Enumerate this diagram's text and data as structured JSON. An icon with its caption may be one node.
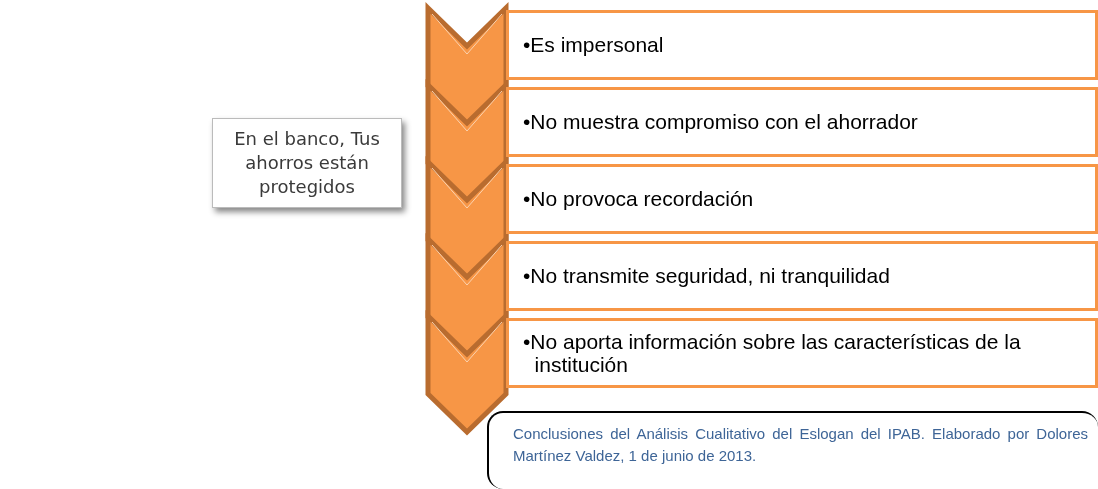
{
  "diagram": {
    "nodes": [
      {
        "text": [
          "En el banco, Tus ahorros están protegidos"
        ]
      },
      {
        "text": [],
        "shape": "chevron"
      },
      {
        "text": [],
        "shape": "chevron"
      },
      {
        "text": [],
        "shape": "chevron"
      },
      {
        "text": [],
        "shape": "chevron"
      },
      {
        "text": [],
        "shape": "chevron"
      },
      {
        "text": [
          "•Es impersonal"
        ]
      },
      {
        "text": [
          "•No muestra compromiso con el ahorrador"
        ]
      },
      {
        "text": [
          "•No provoca recordación"
        ]
      },
      {
        "text": [
          "•No transmite seguridad, ni tranquilidad"
        ]
      },
      {
        "text": [
          "•No aporta información sobre las características de la institución"
        ]
      },
      {
        "text": [
          "Conclusiones del Análisis Cualitativo del Eslogan del IPAB. Elaborado por Dolores Martínez Valdez, 1 de junio de 2013."
        ]
      }
    ]
  }
}
